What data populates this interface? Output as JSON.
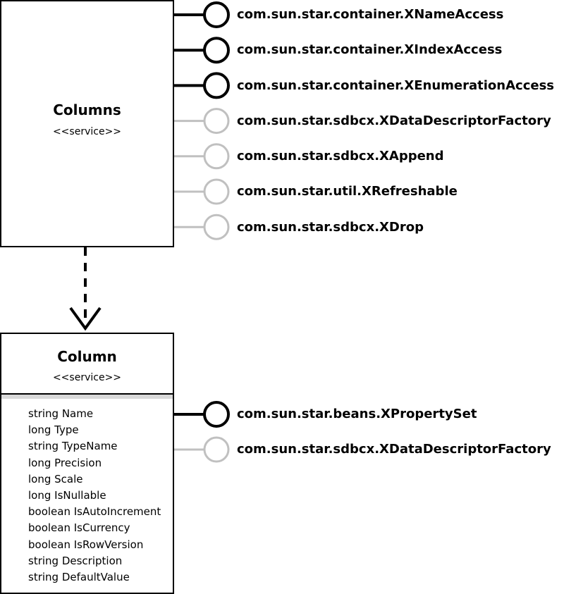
{
  "services": {
    "columns": {
      "name": "Columns",
      "stereotype": "<<service>>"
    },
    "column": {
      "name": "Column",
      "stereotype": "<<service>>"
    }
  },
  "columns_interfaces": [
    {
      "label": "com.sun.star.container.XNameAccess",
      "required": true
    },
    {
      "label": "com.sun.star.container.XIndexAccess",
      "required": true
    },
    {
      "label": "com.sun.star.container.XEnumerationAccess",
      "required": true
    },
    {
      "label": "com.sun.star.sdbcx.XDataDescriptorFactory",
      "required": false
    },
    {
      "label": "com.sun.star.sdbcx.XAppend",
      "required": false
    },
    {
      "label": "com.sun.star.util.XRefreshable",
      "required": false
    },
    {
      "label": "com.sun.star.sdbcx.XDrop",
      "required": false
    }
  ],
  "column_interfaces": [
    {
      "label": "com.sun.star.beans.XPropertySet",
      "required": true
    },
    {
      "label": "com.sun.star.sdbcx.XDataDescriptorFactory",
      "required": false
    }
  ],
  "column_properties": [
    "string Name",
    "long Type",
    "string TypeName",
    "long Precision",
    "long Scale",
    "long IsNullable",
    "boolean IsAutoIncrement",
    "boolean IsCurrency",
    "boolean IsRowVersion",
    "string Description",
    "string DefaultValue"
  ],
  "colors": {
    "required": "#000000",
    "optional": "#c0c0c0",
    "separator": "#d9d9d9"
  }
}
